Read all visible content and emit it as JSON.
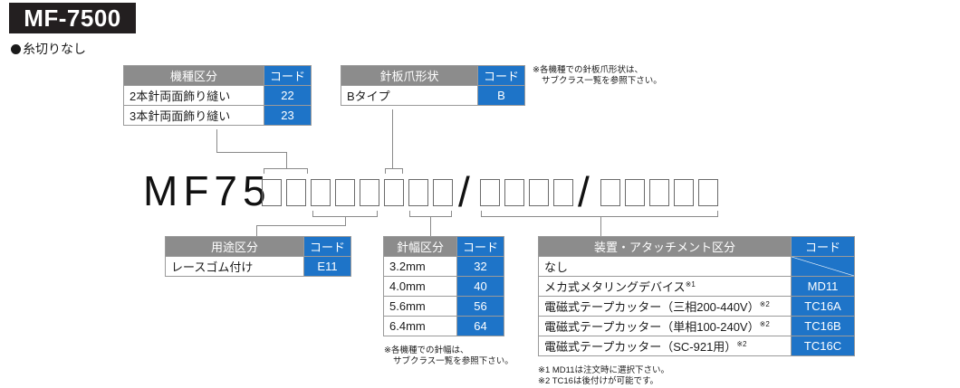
{
  "header": {
    "model_badge": "MF-7500",
    "subtitle": "糸切りなし"
  },
  "model_code": {
    "prefix": "MF75",
    "separator_1": "/",
    "separator_2": "/"
  },
  "tables": {
    "machine_type": {
      "header": "機種区分",
      "code_header": "コード",
      "rows": [
        {
          "label": "2本針両面飾り縫い",
          "code": "22"
        },
        {
          "label": "3本針両面飾り縫い",
          "code": "23"
        }
      ]
    },
    "needle_plate": {
      "header": "針板爪形状",
      "code_header": "コード",
      "rows": [
        {
          "label": "Bタイプ",
          "code": "B"
        }
      ]
    },
    "application": {
      "header": "用途区分",
      "code_header": "コード",
      "rows": [
        {
          "label": "レースゴム付け",
          "code": "E11"
        }
      ]
    },
    "needle_gauge": {
      "header": "針幅区分",
      "code_header": "コード",
      "rows": [
        {
          "label": "3.2mm",
          "code": "32"
        },
        {
          "label": "4.0mm",
          "code": "40"
        },
        {
          "label": "5.6mm",
          "code": "56"
        },
        {
          "label": "6.4mm",
          "code": "64"
        }
      ]
    },
    "device": {
      "header": "装置・アタッチメント区分",
      "code_header": "コード",
      "rows": [
        {
          "label": "なし",
          "sup": "",
          "code": ""
        },
        {
          "label": "メカ式メタリングデバイス",
          "sup": "※1",
          "code": "MD11"
        },
        {
          "label": "電磁式テープカッター（三相200-440V）",
          "sup": "※2",
          "code": "TC16A"
        },
        {
          "label": "電磁式テープカッター（単相100-240V）",
          "sup": "※2",
          "code": "TC16B"
        },
        {
          "label": "電磁式テープカッター（SC-921用）",
          "sup": "※2",
          "code": "TC16C"
        }
      ]
    }
  },
  "notes": {
    "needle_plate_note_1": "※各機種での針板爪形状は、",
    "needle_plate_note_2": "サブクラス一覧を参照下さい。",
    "needle_gauge_note_1": "※各機種での針幅は、",
    "needle_gauge_note_2": "サブクラス一覧を参照下さい。",
    "device_note_1": "※1 MD11は注文時に選択下さい。",
    "device_note_2": "※2 TC16は後付けが可能です。"
  },
  "colors": {
    "header_gray": "#8c8c8c",
    "code_blue": "#1e74c8",
    "badge_black": "#231f20"
  }
}
